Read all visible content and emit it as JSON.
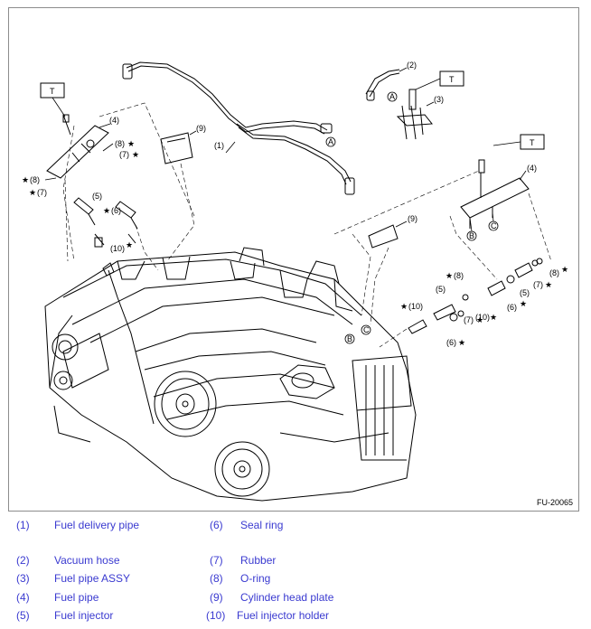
{
  "figure": {
    "code": "FU-20065",
    "callouts": {
      "torque": "T",
      "star": "★",
      "n1": "(1)",
      "n2": "(2)",
      "n3": "(3)",
      "n4": "(4)",
      "n5": "(5)",
      "n6": "(6)",
      "n7": "(7)",
      "n8": "(8)",
      "n9": "(9)",
      "n10": "(10)",
      "a": "A",
      "b": "B",
      "c": "C"
    }
  },
  "legend": {
    "items": [
      {
        "num": "(1)",
        "label": "Fuel delivery pipe"
      },
      {
        "num": "(2)",
        "label": "Vacuum hose"
      },
      {
        "num": "(3)",
        "label": "Fuel pipe ASSY"
      },
      {
        "num": "(4)",
        "label": "Fuel pipe"
      },
      {
        "num": "(5)",
        "label": "Fuel injector"
      },
      {
        "num": "(6)",
        "label": "Seal ring"
      },
      {
        "num": "(7)",
        "label": "Rubber"
      },
      {
        "num": "(8)",
        "label": "O-ring"
      },
      {
        "num": "(9)",
        "label": "Cylinder head plate"
      },
      {
        "num": "(10)",
        "label": "Fuel injector holder"
      }
    ]
  },
  "colors": {
    "legend_text": "#3a3ad0",
    "line": "#000000",
    "frame": "#8c8c8c"
  }
}
